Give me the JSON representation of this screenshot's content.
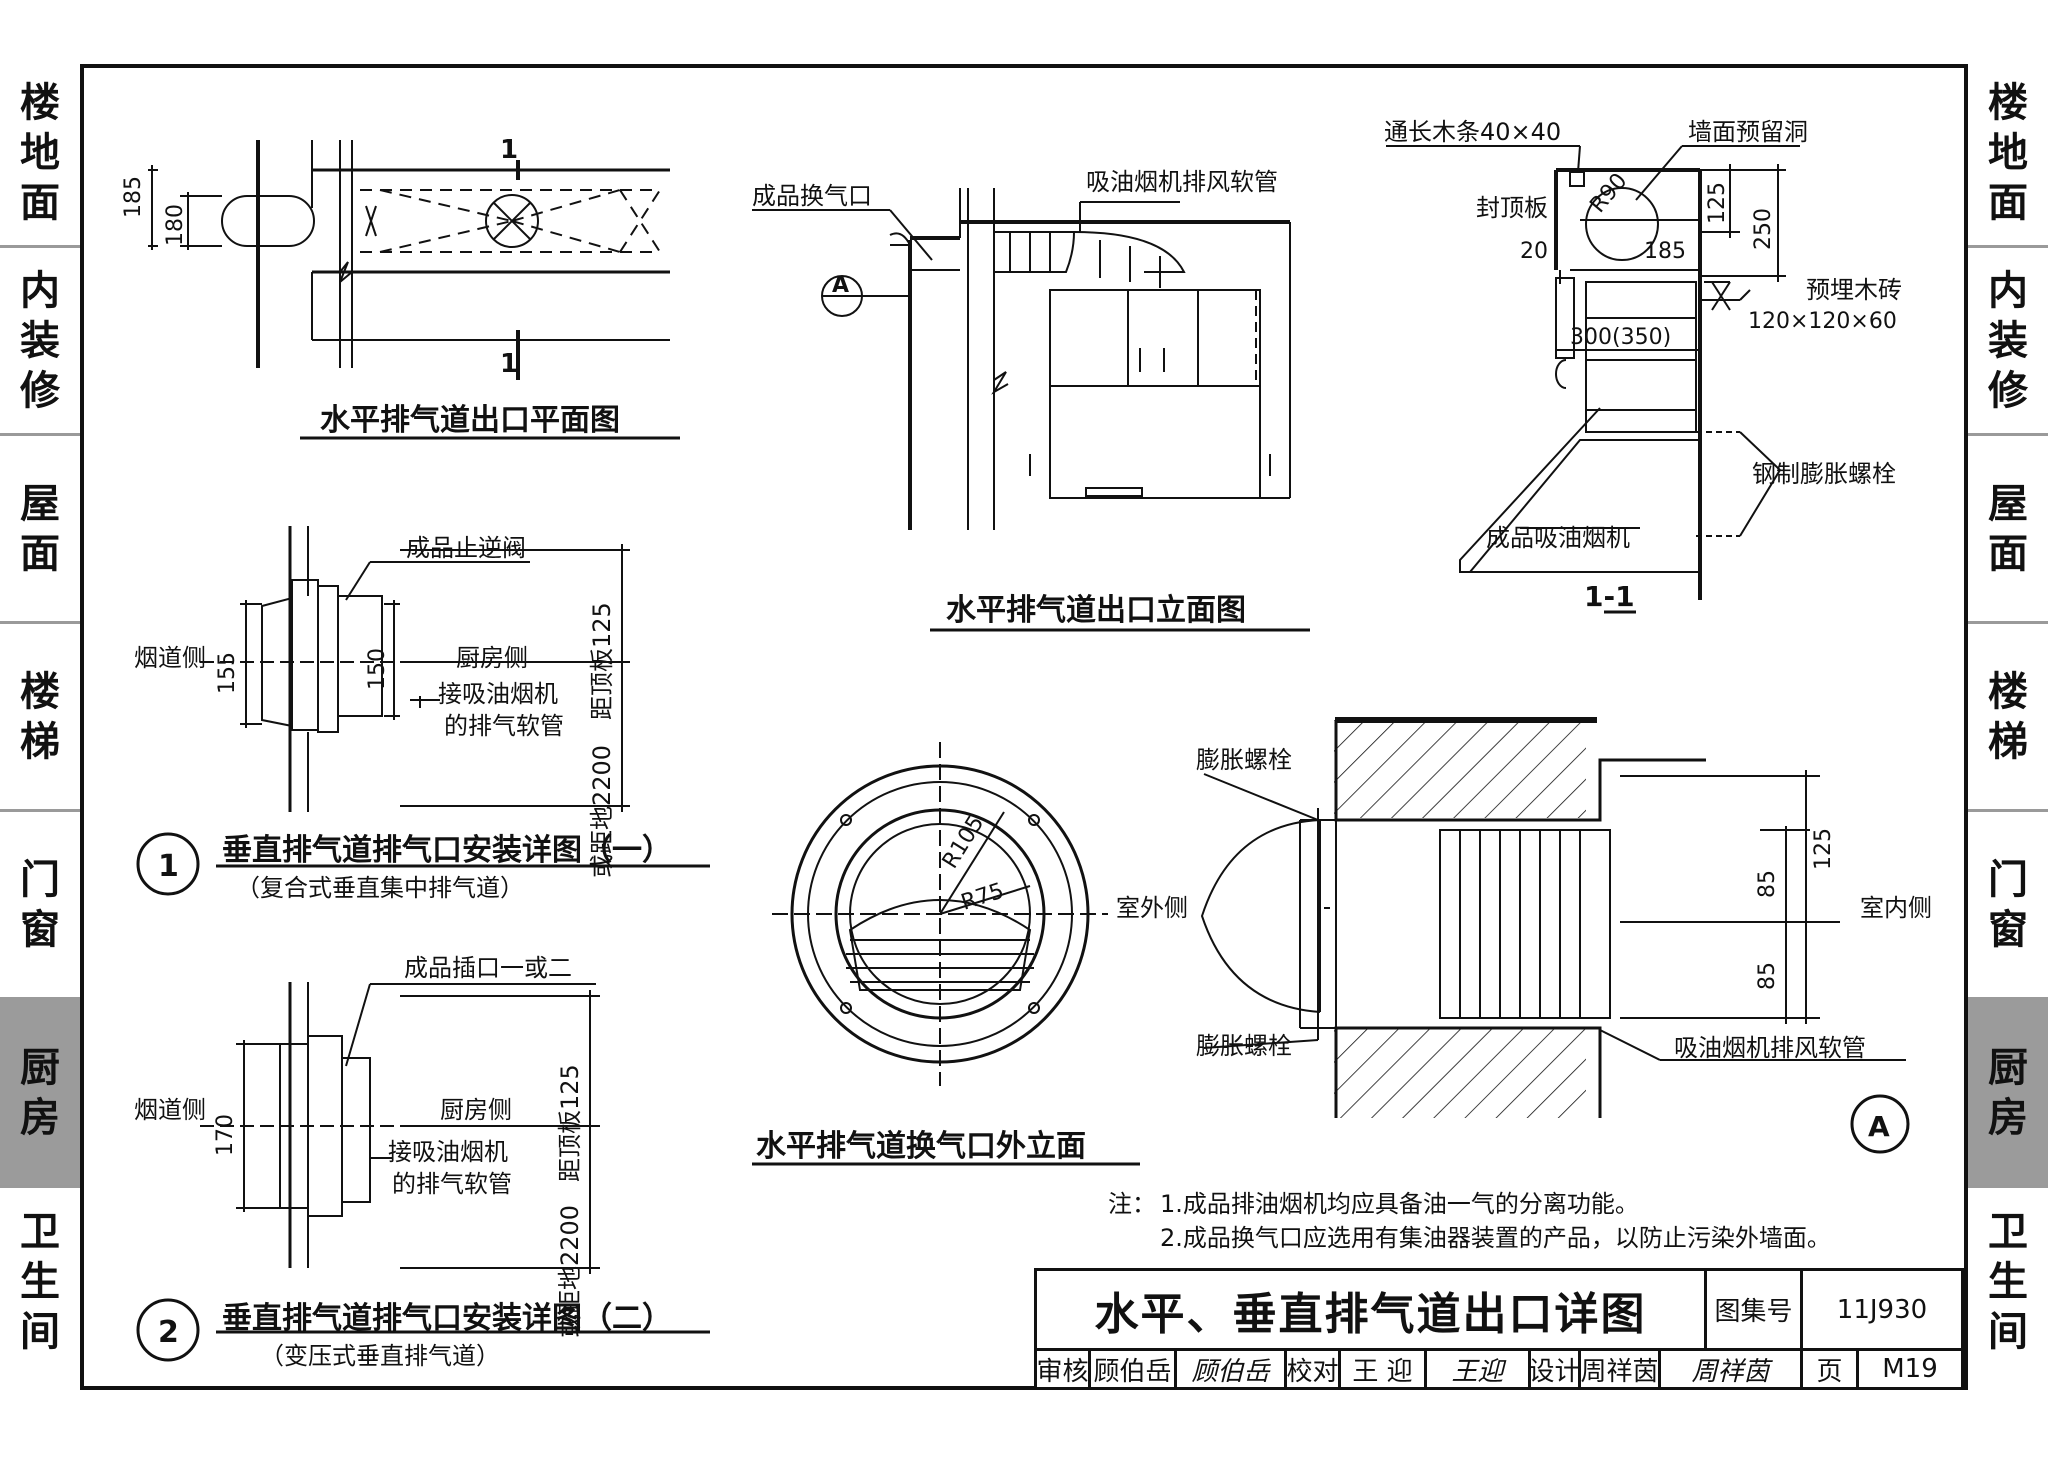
{
  "sidebar": {
    "items": [
      {
        "label": "楼地面",
        "active": false
      },
      {
        "label": "内装修",
        "active": false
      },
      {
        "label": "屋面",
        "active": false
      },
      {
        "label": "楼梯",
        "active": false
      },
      {
        "label": "门窗",
        "active": false
      },
      {
        "label": "厨房",
        "active": true
      },
      {
        "label": "卫生间",
        "active": false
      }
    ]
  },
  "plan": {
    "title": "水平排气道出口平面图",
    "dim_185": "185",
    "dim_180": "180",
    "sec_top": "1",
    "sec_bottom": "1"
  },
  "elevation": {
    "title": "水平排气道出口立面图",
    "label_vent": "成品换气口",
    "label_hose": "吸油烟机排风软管",
    "callout": "A"
  },
  "section11": {
    "title": "1-1",
    "label_batten": "通长木条40×40",
    "label_hole": "墙面预留洞",
    "label_board": "封顶板",
    "dim_r90": "R90",
    "dim_20": "20",
    "dim_185": "185",
    "dim_125": "125",
    "dim_250": "250",
    "label_brick": "预埋木砖",
    "label_brick_size": "120×120×60",
    "dim_300": "300(350)",
    "label_bolt": "钢制膨胀螺栓",
    "label_hood": "成品吸油烟机"
  },
  "detail1": {
    "num": "1",
    "title": "垂直排气道排气口安装详图（一）",
    "subtitle": "（复合式垂直集中排气道）",
    "label_valve": "成品止逆阀",
    "label_flue": "烟道侧",
    "label_kitchen": "厨房侧",
    "label_connect1": "接吸油烟机",
    "label_connect2": "的排气软管",
    "dim_155": "155",
    "dim_150": "150",
    "dim_top": "距顶板125",
    "dim_floor": "或距地2200"
  },
  "detail2": {
    "num": "2",
    "title": "垂直排气道排气口安装详图（二）",
    "subtitle": "（变压式垂直排气道）",
    "label_socket": "成品插口一或二",
    "label_flue": "烟道侧",
    "label_kitchen": "厨房侧",
    "label_connect1": "接吸油烟机",
    "label_connect2": "的排气软管",
    "dim_170": "170",
    "dim_top": "距顶板125",
    "dim_floor": "或距地2200"
  },
  "outer": {
    "title": "水平排气道换气口外立面",
    "dim_r105": "R105",
    "dim_r75": "R75"
  },
  "detailA": {
    "label_bolt_top": "膨胀螺栓",
    "label_bolt_bottom": "膨胀螺栓",
    "label_outside": "室外侧",
    "label_inside": "室内侧",
    "label_hose": "吸油烟机排风软管",
    "dim_125": "125",
    "dim_85a": "85",
    "dim_85b": "85",
    "callout": "A"
  },
  "notes": {
    "prefix": "注：",
    "n1": "1.成品排油烟机均应具备油一气的分离功能。",
    "n2": "2.成品换气口应选用有集油器装置的产品，以防止污染外墙面。"
  },
  "titleblock": {
    "title": "水平、垂直排气道出口详图",
    "atlas_label": "图集号",
    "atlas_value": "11J930",
    "review_label": "审核",
    "review_name": "顾伯岳",
    "review_sig": "顾伯岳",
    "check_label": "校对",
    "check_name": "王 迎",
    "check_sig": "王迎",
    "design_label": "设计",
    "design_name": "周祥茵",
    "design_sig": "周祥茵",
    "page_label": "页",
    "page_value": "M19"
  }
}
